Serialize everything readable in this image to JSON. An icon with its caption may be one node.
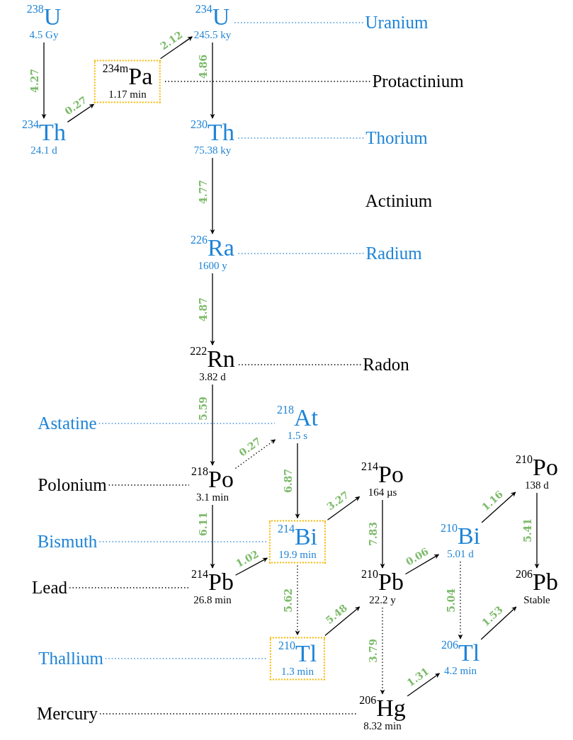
{
  "diagram": {
    "nodes": [
      {
        "text": [
          "$^{238}$U",
          "4.5 Gy"
        ]
      },
      {
        "text": [
          "$^{234}$U",
          "245.5 ky"
        ]
      },
      {
        "text": [
          "Uranium"
        ]
      },
      {
        "text": [
          "$^{234m}$Pa",
          "1.17 min"
        ]
      },
      {
        "text": [
          "Protactinium"
        ]
      },
      {
        "text": [
          "$^{234}$Th",
          "24.1 d"
        ]
      },
      {
        "text": [
          "$^{230}$Th",
          "75.38 ky"
        ]
      },
      {
        "text": [
          "Thorium"
        ]
      },
      {
        "text": [
          "$^{226}$Ra",
          "1600 y"
        ]
      },
      {
        "text": [
          "Radium"
        ]
      },
      {
        "text": [
          "$^{222}$Rn",
          "3.82 d"
        ]
      },
      {
        "text": [
          "Radon"
        ]
      },
      {
        "text": [
          "Astatine"
        ]
      },
      {
        "text": [
          "$^{218}$At",
          "1.5 s"
        ]
      },
      {
        "text": [
          "Polonium"
        ]
      },
      {
        "text": [
          "$^{218}$Po",
          "3.1 min"
        ]
      },
      {
        "text": [
          "$^{214}$Po",
          "164 µs"
        ]
      },
      {
        "text": [
          "$^{210}$Po",
          "138 d"
        ]
      },
      {
        "text": [
          "Bismuth"
        ]
      },
      {
        "text": [
          "$^{214}$Bi",
          "19.9 min"
        ]
      },
      {
        "text": [
          "$^{210}$Bi",
          "5.01 d"
        ]
      },
      {
        "text": [
          "Lead"
        ]
      },
      {
        "text": [
          "$^{214}$Pb",
          "26.8 min"
        ]
      },
      {
        "text": [
          "$^{210}$Pb",
          "22.2 y"
        ]
      },
      {
        "text": [
          "$^{206}$Pb",
          "Stable"
        ]
      },
      {
        "text": [
          "Thallium"
        ]
      },
      {
        "text": [
          "$^{210}$Tl",
          "1.3 min"
        ]
      },
      {
        "text": [
          "$^{206}$Tl",
          "4.2 min"
        ]
      },
      {
        "text": [
          "Mercury"
        ]
      },
      {
        "text": [
          "$^{206}$Hg",
          "8.32 min"
        ]
      }
    ],
    "edges": [
      {
        "from": 0,
        "to": 5,
        "arrow": "to",
        "label": "4.27"
      },
      {
        "from": 5,
        "to": 3,
        "arrow": "to",
        "label": "0.27"
      },
      {
        "from": 3,
        "to": 1,
        "arrow": "to",
        "label": "2.12"
      },
      {
        "from": 1,
        "to": 6,
        "arrow": "to",
        "label": "4.86"
      },
      {
        "from": 6,
        "to": 8,
        "arrow": "to",
        "label": "4.77"
      },
      {
        "from": 8,
        "to": 10,
        "arrow": "to",
        "label": "4.87"
      },
      {
        "from": 10,
        "to": 15,
        "arrow": "to",
        "label": "5.59"
      },
      {
        "from": 15,
        "to": 13,
        "arrow": "to",
        "label": "0.27",
        "style": "dashed"
      },
      {
        "from": 13,
        "to": 19,
        "arrow": "to",
        "label": "6.87"
      },
      {
        "from": 15,
        "to": 22,
        "arrow": "to",
        "label": "6.11"
      },
      {
        "from": 22,
        "to": 19,
        "arrow": "to",
        "label": "1.02"
      },
      {
        "from": 19,
        "to": 16,
        "arrow": "to",
        "label": "3.27"
      },
      {
        "from": 19,
        "to": 26,
        "arrow": "to",
        "label": "5.62",
        "style": "dashed"
      },
      {
        "from": 16,
        "to": 23,
        "arrow": "to",
        "label": "7.83"
      },
      {
        "from": 26,
        "to": 23,
        "arrow": "to",
        "label": "5.48"
      },
      {
        "from": 23,
        "to": 20,
        "arrow": "to",
        "label": "0.06"
      },
      {
        "from": 23,
        "to": 29,
        "arrow": "to",
        "label": "3.79",
        "style": "dashed"
      },
      {
        "from": 20,
        "to": 17,
        "arrow": "to",
        "label": "1.16"
      },
      {
        "from": 20,
        "to": 27,
        "arrow": "to",
        "label": "5.04",
        "style": "dashed"
      },
      {
        "from": 17,
        "to": 24,
        "arrow": "to",
        "label": "5.41"
      },
      {
        "from": 29,
        "to": 27,
        "arrow": "to",
        "label": "1.31"
      },
      {
        "from": 27,
        "to": 24,
        "arrow": "to",
        "label": "1.53"
      },
      {
        "from": 2,
        "to": 1,
        "arrow": "none",
        "style": "dashed",
        "color": "#3a8fd9"
      },
      {
        "from": 4,
        "to": 3,
        "arrow": "none",
        "style": "dashed"
      },
      {
        "from": 7,
        "to": 6,
        "arrow": "none",
        "style": "dashed",
        "color": "#3a8fd9"
      },
      {
        "from": 9,
        "to": 8,
        "arrow": "none",
        "style": "dashed",
        "color": "#3a8fd9"
      },
      {
        "from": 11,
        "to": 10,
        "arrow": "none",
        "style": "dashed"
      },
      {
        "from": 12,
        "to": 13,
        "arrow": "none",
        "style": "dashed",
        "color": "#3a8fd9"
      },
      {
        "from": 14,
        "to": 15,
        "arrow": "none",
        "style": "dashed"
      },
      {
        "from": 18,
        "to": 19,
        "arrow": "none",
        "style": "dashed",
        "color": "#3a8fd9"
      },
      {
        "from": 21,
        "to": 22,
        "arrow": "none",
        "style": "dashed"
      },
      {
        "from": 25,
        "to": 26,
        "arrow": "none",
        "style": "dashed",
        "color": "#3a8fd9"
      },
      {
        "from": 28,
        "to": 29,
        "arrow": "none",
        "style": "dashed"
      }
    ],
    "labels": [
      "Actinium"
    ]
  }
}
